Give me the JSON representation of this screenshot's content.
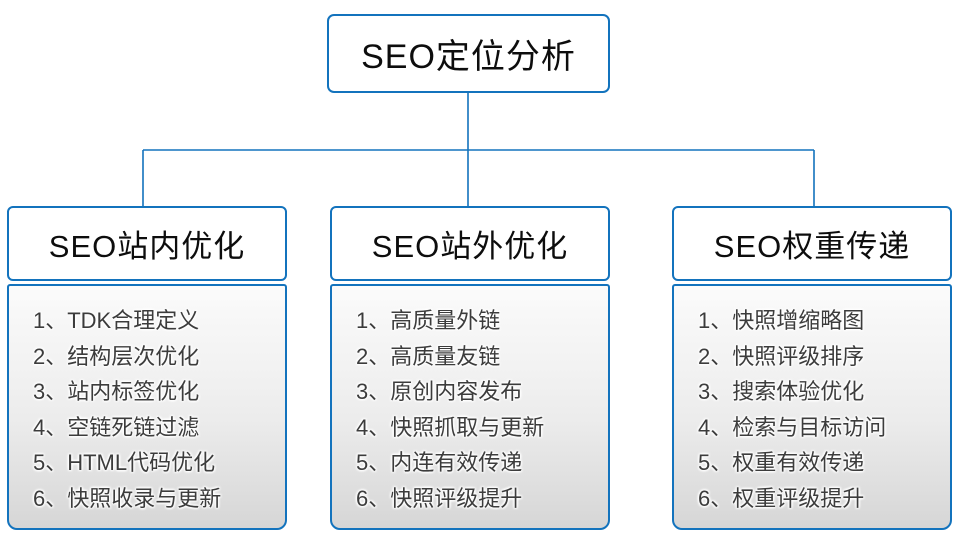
{
  "colors": {
    "accent_blue": "#1373bd",
    "list_gradient_top": "#fbfbfb",
    "list_gradient_bottom": "#d6d6d6",
    "text_dark": "#0d0d0d",
    "text_list": "#3c3c3c"
  },
  "root": {
    "title": "SEO定位分析"
  },
  "columns": [
    {
      "title": "SEO站内优化",
      "items": [
        "1、TDK合理定义",
        "2、结构层次优化",
        "3、站内标签优化",
        "4、空链死链过滤",
        "5、HTML代码优化",
        "6、快照收录与更新"
      ]
    },
    {
      "title": "SEO站外优化",
      "items": [
        "1、高质量外链",
        "2、高质量友链",
        "3、原创内容发布",
        "4、快照抓取与更新",
        "5、内连有效传递",
        "6、快照评级提升"
      ]
    },
    {
      "title": "SEO权重传递",
      "items": [
        "1、快照增缩略图",
        "2、快照评级排序",
        "3、搜索体验优化",
        "4、检索与目标访问",
        "5、权重有效传递",
        "6、权重评级提升"
      ]
    }
  ]
}
